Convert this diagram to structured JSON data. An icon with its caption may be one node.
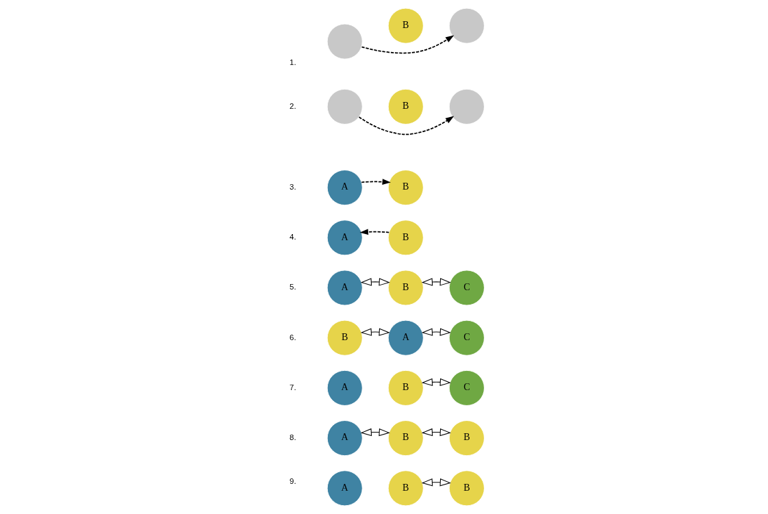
{
  "diagram": {
    "nodes": [
      {
        "text": [],
        "shape": "circle"
      },
      {
        "text": [
          "B"
        ]
      },
      {
        "text": [],
        "shape": "circle"
      },
      {
        "text": [],
        "shape": "circle"
      },
      {
        "text": [
          "B"
        ]
      },
      {
        "text": [],
        "shape": "circle"
      },
      {
        "text": [
          "A"
        ]
      },
      {
        "text": [
          "B"
        ]
      },
      {
        "text": [
          "A"
        ]
      },
      {
        "text": [
          "B"
        ]
      },
      {
        "text": [
          "A"
        ]
      },
      {
        "text": [
          "B"
        ]
      },
      {
        "text": [
          "C"
        ]
      },
      {
        "text": [
          "B"
        ]
      },
      {
        "text": [
          "A"
        ]
      },
      {
        "text": [
          "C"
        ]
      },
      {
        "text": [
          "A"
        ]
      },
      {
        "text": [
          "B"
        ]
      },
      {
        "text": [
          "C"
        ]
      },
      {
        "text": [
          "A"
        ]
      },
      {
        "text": [
          "B"
        ]
      },
      {
        "text": [
          "B"
        ]
      },
      {
        "text": [
          "A"
        ]
      },
      {
        "text": [
          "B"
        ]
      },
      {
        "text": [
          "B"
        ]
      }
    ],
    "edges": [
      {
        "from": 0,
        "to": 2,
        "arrow": "to",
        "style": "dashed"
      },
      {
        "from": 3,
        "to": 5,
        "arrow": "to",
        "style": "dashed"
      },
      {
        "from": 6,
        "to": 7,
        "arrow": "to",
        "style": "dashed"
      },
      {
        "from": 9,
        "to": 8,
        "arrow": "to",
        "style": "dashed"
      },
      {
        "from": 10,
        "to": 11,
        "arrow": "both"
      },
      {
        "from": 11,
        "to": 12,
        "arrow": "both"
      },
      {
        "from": 13,
        "to": 14,
        "arrow": "both"
      },
      {
        "from": 14,
        "to": 15,
        "arrow": "both"
      },
      {
        "from": 17,
        "to": 18,
        "arrow": "both"
      },
      {
        "from": 19,
        "to": 20,
        "arrow": "both"
      },
      {
        "from": 20,
        "to": 21,
        "arrow": "both"
      },
      {
        "from": 23,
        "to": 24,
        "arrow": "both"
      }
    ],
    "labels": [
      "1.",
      "2.",
      "3.",
      "4.",
      "5.",
      "6.",
      "7.",
      "8.",
      "9."
    ]
  }
}
